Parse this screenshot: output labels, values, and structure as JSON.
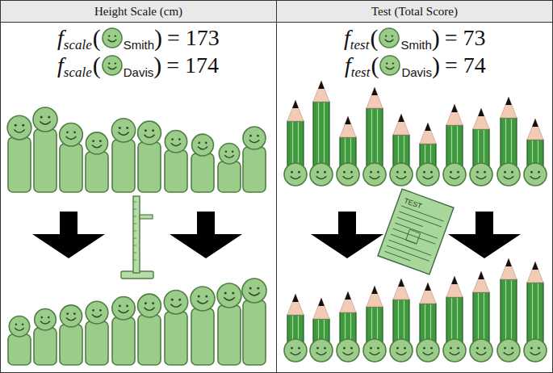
{
  "diagram": {
    "nodes": [
      {
        "text": [
          "Height Scale (cm)"
        ]
      },
      {
        "text": [
          "Test (Total Score)"
        ]
      }
    ],
    "labels": [
      "f",
      "scale",
      "(",
      "Smith",
      ")",
      "= 173",
      "f",
      "scale",
      "(",
      "Davis",
      ")",
      "= 174",
      "f",
      "test",
      "(",
      "Smith",
      ")",
      "= 73",
      "f",
      "test",
      "(",
      "Davis",
      ")",
      "= 74",
      "TEST"
    ]
  }
}
